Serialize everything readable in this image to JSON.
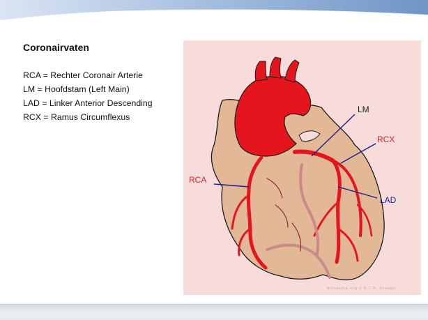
{
  "slide": {
    "title": "Coronairvaten",
    "legend": [
      "RCA = Rechter Coronair Arterie",
      "LM = Hoofdstam (Left Main)",
      "LAD = Linker Anterior Descending",
      "RCX = Ramus Circumflexus"
    ]
  },
  "figure": {
    "labels": {
      "lm": "LM",
      "rcx": "RCX",
      "rca": "RCA",
      "lad": "LAD"
    },
    "credit": "Wikipedia.org © R.C.R. Kroeger"
  },
  "colors": {
    "figure_background": "#f8dcdc",
    "heart": "#e2b896",
    "artery": "#e4151c",
    "label_red": "#d8232a",
    "label_blue": "#1d1d8c"
  }
}
